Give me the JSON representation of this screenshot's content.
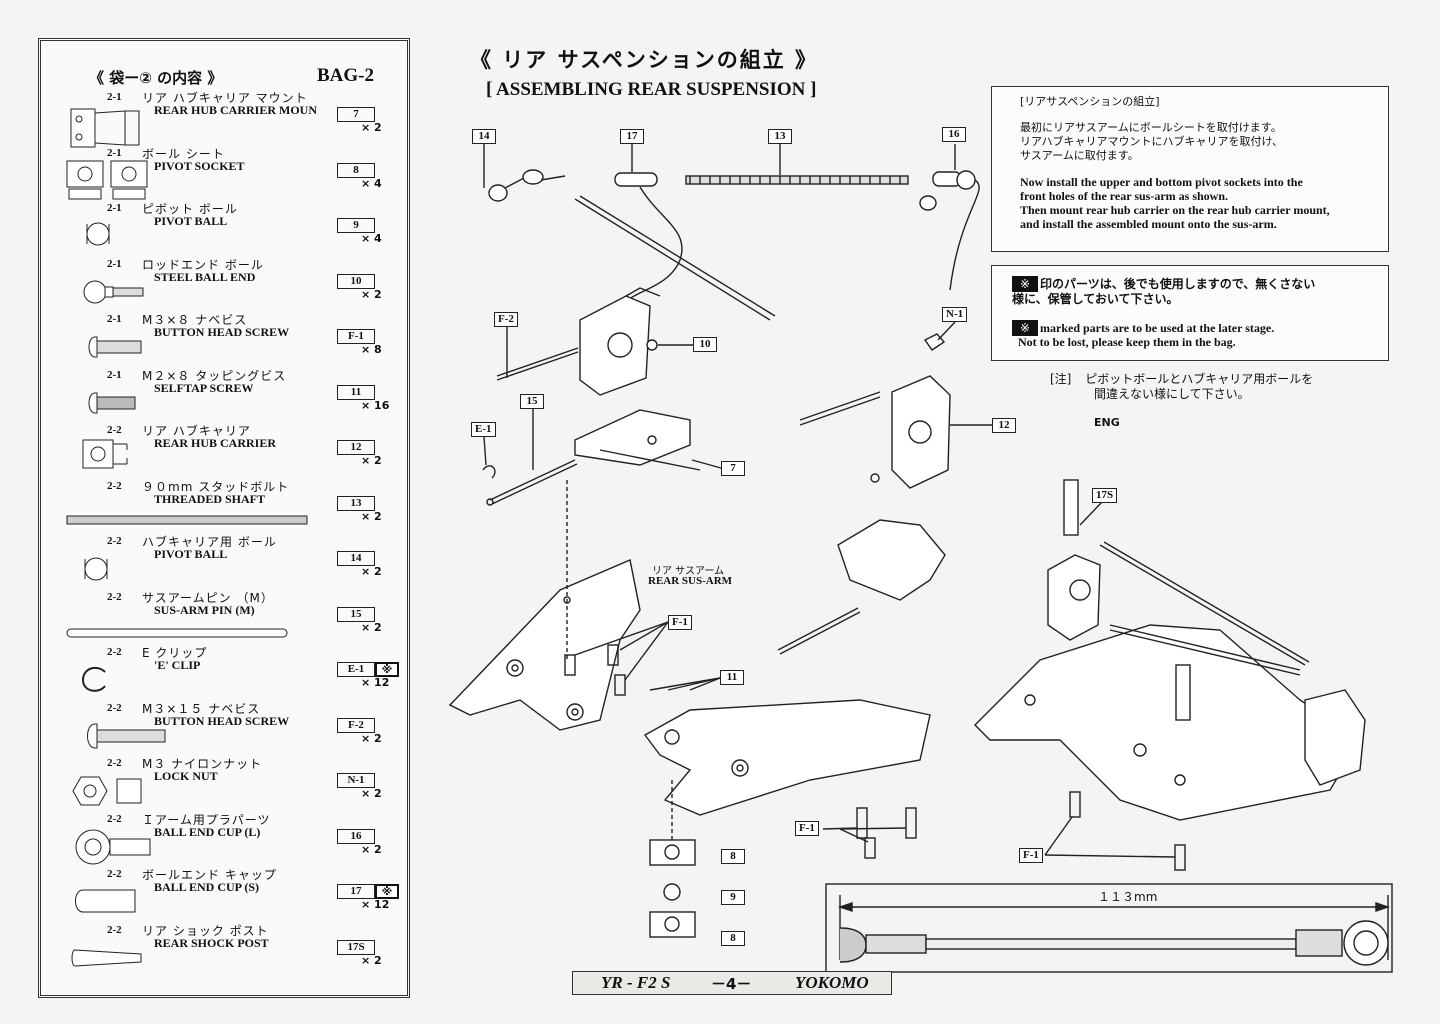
{
  "bag_contents": {
    "title_jp": "《 袋ー② の内容 》",
    "title_en": "BAG-2",
    "items": [
      {
        "num": "2-1",
        "jp": "リア ハブキャリア マウント",
        "en": "REAR HUB CARRIER MOUN",
        "code": "7",
        "qty": "× 2",
        "icon": "hub-carrier-mount-icon"
      },
      {
        "num": "2-1",
        "jp": "ボール シート",
        "en": "PIVOT SOCKET",
        "code": "8",
        "qty": "× 4",
        "icon": "pivot-socket-icon"
      },
      {
        "num": "2-1",
        "jp": "ピボット ボール",
        "en": "PIVOT BALL",
        "code": "9",
        "qty": "× 4",
        "icon": "pivot-ball-icon"
      },
      {
        "num": "2-1",
        "jp": "ロッドエンド ボール",
        "en": "STEEL BALL END",
        "code": "10",
        "qty": "× 2",
        "icon": "steel-ball-end-icon"
      },
      {
        "num": "2-1",
        "jp": "M３×８ ナベビス",
        "en": "BUTTON HEAD SCREW",
        "code": "F-1",
        "qty": "× 8",
        "icon": "button-head-screw-icon"
      },
      {
        "num": "2-1",
        "jp": "M２×８ タッピングビス",
        "en": "SELFTAP SCREW",
        "code": "11",
        "qty": "× 16",
        "icon": "selftap-screw-icon"
      },
      {
        "num": "2-2",
        "jp": "リア ハブキャリア",
        "en": "REAR HUB CARRIER",
        "code": "12",
        "qty": "× 2",
        "icon": "rear-hub-carrier-icon"
      },
      {
        "num": "2-2",
        "jp": "９０mm スタッドボルト",
        "en": "THREADED SHAFT",
        "code": "13",
        "qty": "× 2",
        "icon": "threaded-shaft-icon"
      },
      {
        "num": "2-2",
        "jp": "ハブキャリア用 ボール",
        "en": "PIVOT BALL",
        "code": "14",
        "qty": "× 2",
        "icon": "hub-pivot-ball-icon"
      },
      {
        "num": "2-2",
        "jp": "サスアームピン （M）",
        "en": "SUS-ARM PIN (M)",
        "code": "15",
        "qty": "× 2",
        "icon": "sus-arm-pin-icon"
      },
      {
        "num": "2-2",
        "jp": "E クリップ",
        "en": "'E' CLIP",
        "code": "E-1",
        "qty": "× 12",
        "icon": "e-clip-icon",
        "mark": "※"
      },
      {
        "num": "2-2",
        "jp": "M３×１５ ナベビス",
        "en": "BUTTON HEAD SCREW",
        "code": "F-2",
        "qty": "× 2",
        "icon": "long-button-screw-icon"
      },
      {
        "num": "2-2",
        "jp": "M３ ナイロンナット",
        "en": "LOCK NUT",
        "code": "N-1",
        "qty": "× 2",
        "icon": "lock-nut-icon"
      },
      {
        "num": "2-2",
        "jp": "Ｉアーム用プラパーツ",
        "en": "BALL END CUP (L)",
        "code": "16",
        "qty": "× 2",
        "icon": "ball-end-cup-l-icon"
      },
      {
        "num": "2-2",
        "jp": "ボールエンド キャップ",
        "en": "BALL END CUP (S)",
        "code": "17",
        "qty": "× 12",
        "icon": "ball-end-cup-s-icon",
        "mark": "※"
      },
      {
        "num": "2-2",
        "jp": "リア ショック ポスト",
        "en": "REAR SHOCK POST",
        "code": "17S",
        "qty": "× 2",
        "icon": "rear-shock-post-icon"
      }
    ]
  },
  "main": {
    "title_jp": "《 リア サスペンションの組立 》",
    "title_en": "[ ASSEMBLING REAR SUSPENSION ]"
  },
  "instructions": {
    "heading_jp": "[リアサスペンションの組立]",
    "body_jp_1": "最初にリアサスアームにボールシートを取付けます。",
    "body_jp_2": "リアハブキャリアマウントにハブキャリアを取付け、",
    "body_jp_3": "サスアームに取付ます。",
    "body_en_1": "Now install the upper and bottom pivot sockets into the",
    "body_en_2": "front holes of the rear sus-arm as shown.",
    "body_en_3": "Then mount rear hub carrier on the rear hub carrier mount,",
    "body_en_4": "and install the assembled mount onto the sus-arm."
  },
  "keep_notice": {
    "mark": "※",
    "jp_1": "印のパーツは、後でも使用しますので、無くさない",
    "jp_2": "様に、保管しておいて下さい。",
    "en_1": "marked parts are to be used at the later stage.",
    "en_2": "Not to be lost, please keep them in the bag."
  },
  "caution": {
    "prefix": "[注]",
    "line_1": "ピボットボールとハブキャリア用ボールを",
    "line_2": "間違えない様にして下さい。",
    "eng": "ENG"
  },
  "diagram": {
    "sus_arm_jp": "リア サスアーム",
    "sus_arm_en": "REAR SUS-ARM",
    "dimension": "１１３mm",
    "callouts": [
      "14",
      "17",
      "13",
      "16",
      "F-2",
      "10",
      "N-1",
      "15",
      "E-1",
      "7",
      "12",
      "17S",
      "F-1",
      "11",
      "F-1",
      "8",
      "9",
      "8",
      "F-1"
    ]
  },
  "footer": {
    "model": "YR - F2 S",
    "page": "－4－",
    "brand": "YOKOMO"
  }
}
